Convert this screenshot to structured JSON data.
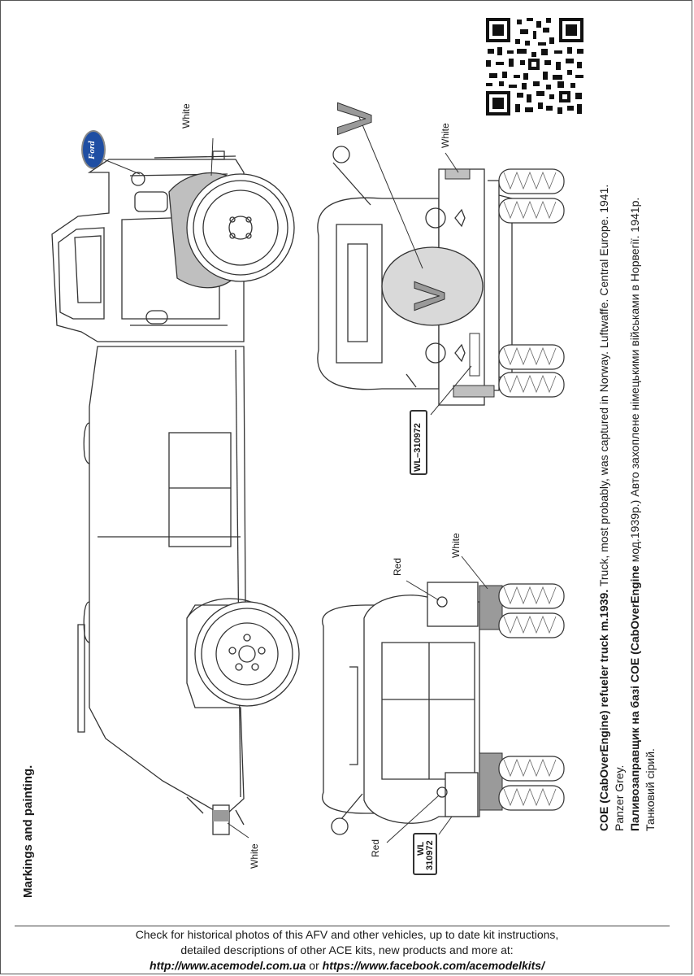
{
  "title": "Markings and painting.",
  "caption": {
    "en_bold": "COE (CabOverEngine) refueler truck m.1939.",
    "en_text": " Truck, most probably, was captured in Norway. Luftwaffe. Central Europe. 1941.",
    "en_line2": "Panzer Grey.",
    "ua_bold": "Паливозаправщик на базі COE (CabOverEngine",
    "ua_text": " мод.1939р.) Авто захоплене німецькими військами в Норвегії. 1941р.",
    "ua_line2": "Танковий сірий."
  },
  "callouts": {
    "white": "White",
    "red": "Red"
  },
  "plates": {
    "front": "WL–310972",
    "rear_top": "WL",
    "rear_bottom": "310972"
  },
  "emblem": "Ford",
  "insignia": "V",
  "footer": {
    "line1": "Check for historical photos of this AFV and  other vehicles, up to date kit instructions,",
    "line2": "detailed descriptions of other ACE kits, new products and more at:",
    "link1": "http://www.acemodel.com.ua",
    "or": " or ",
    "link2": "https://www.facebook.com/acemodelkits/"
  },
  "colors": {
    "panzer_grey": "#9a9a9a",
    "white_marking": "#bfbfbf",
    "emblem_blue": "#1f4ea3",
    "line": "#333333"
  }
}
